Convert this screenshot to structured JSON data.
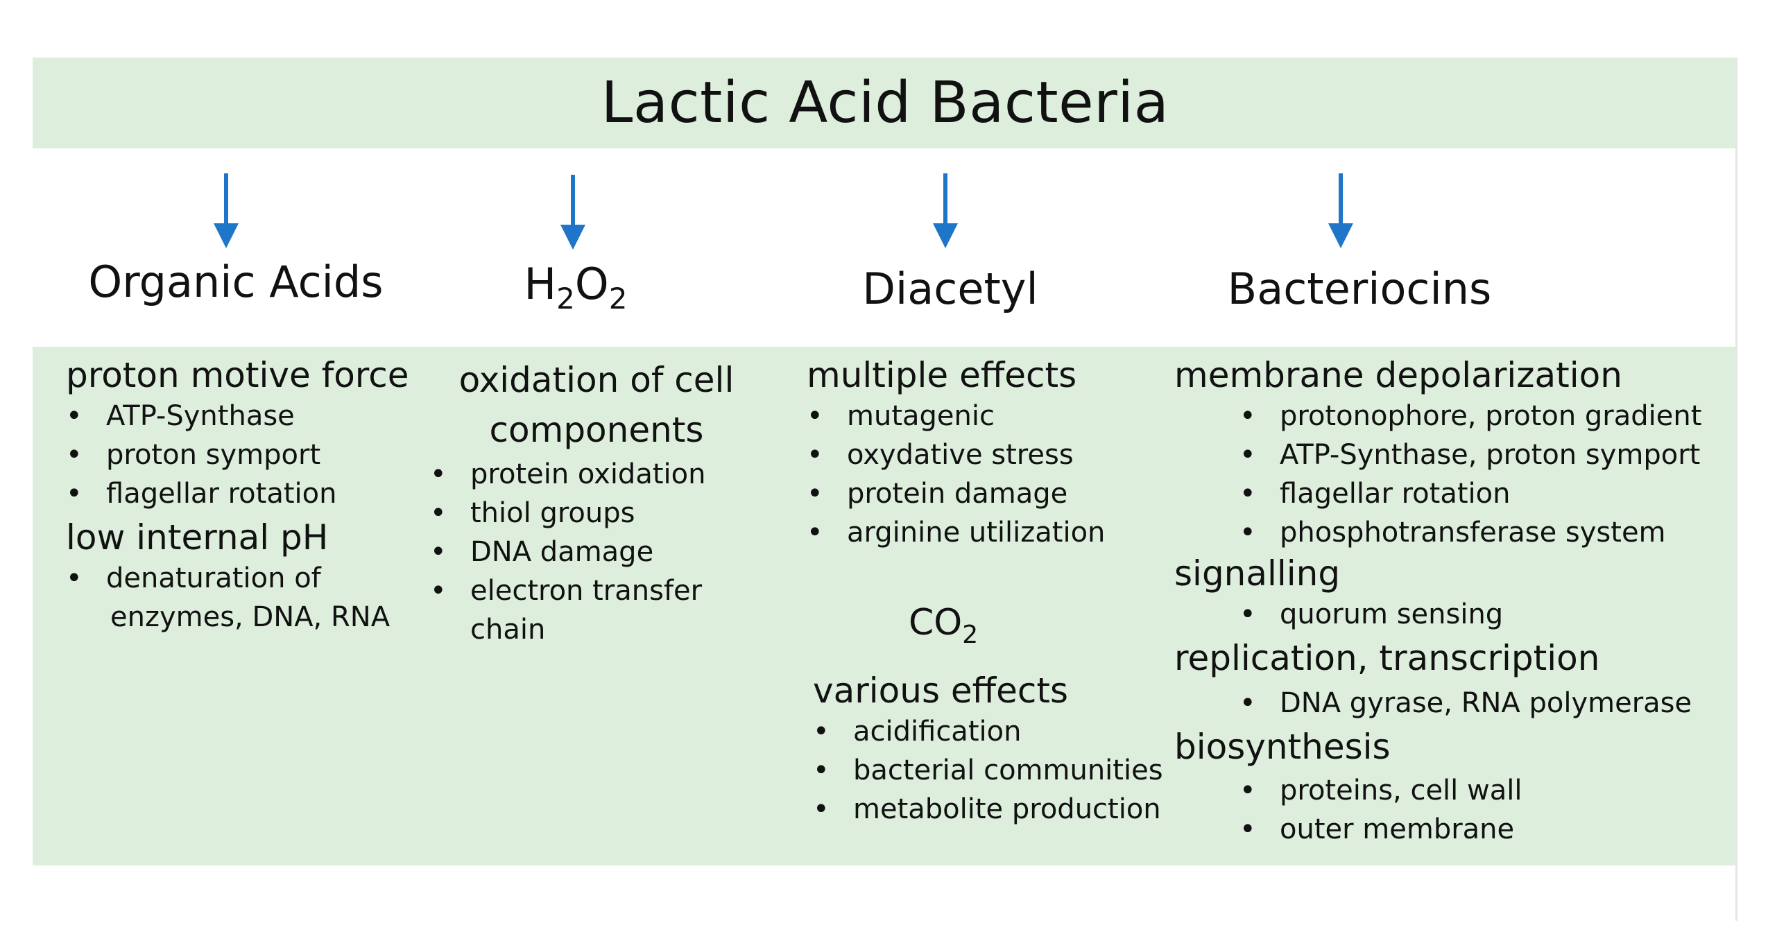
{
  "colors": {
    "band": "#ddeedd",
    "arrow": "#1f76c8",
    "text": "#111111"
  },
  "title": "Lactic Acid Bacteria",
  "columns": [
    {
      "header": "Organic Acids",
      "sections": [
        {
          "heading": "proton motive force",
          "items": [
            "ATP-Synthase",
            "proton symport",
            "flagellar rotation"
          ]
        },
        {
          "heading": "low internal pH",
          "items": [
            "denaturation of",
            "enzymes, DNA, RNA"
          ]
        }
      ]
    },
    {
      "header_main": "H",
      "header_sub1": "2",
      "header_mid": "O",
      "header_sub2": "2",
      "sections": [
        {
          "heading_line1": "oxidation of cell",
          "heading_line2": "components",
          "items": [
            "protein oxidation",
            "thiol groups",
            "DNA damage",
            "electron transfer",
            "chain"
          ]
        }
      ]
    },
    {
      "header": "Diacetyl",
      "sections": [
        {
          "heading": "multiple effects",
          "items": [
            "mutagenic",
            "oxydative stress",
            "protein damage",
            "arginine utilization"
          ]
        },
        {
          "subheader_main": "CO",
          "subheader_sub": "2",
          "heading": "various effects",
          "items": [
            "acidification",
            "bacterial communities",
            "metabolite production"
          ]
        }
      ]
    },
    {
      "header": "Bacteriocins",
      "sections": [
        {
          "heading": "membrane depolarization",
          "items": [
            "protonophore, proton gradient",
            "ATP-Synthase, proton symport",
            "flagellar rotation",
            "phosphotransferase system"
          ]
        },
        {
          "heading": "signalling",
          "items": [
            "quorum sensing"
          ]
        },
        {
          "heading": "replication, transcription",
          "items": [
            "DNA gyrase, RNA polymerase"
          ]
        },
        {
          "heading": "biosynthesis",
          "items": [
            "proteins, cell wall",
            "outer membrane"
          ]
        }
      ]
    }
  ]
}
